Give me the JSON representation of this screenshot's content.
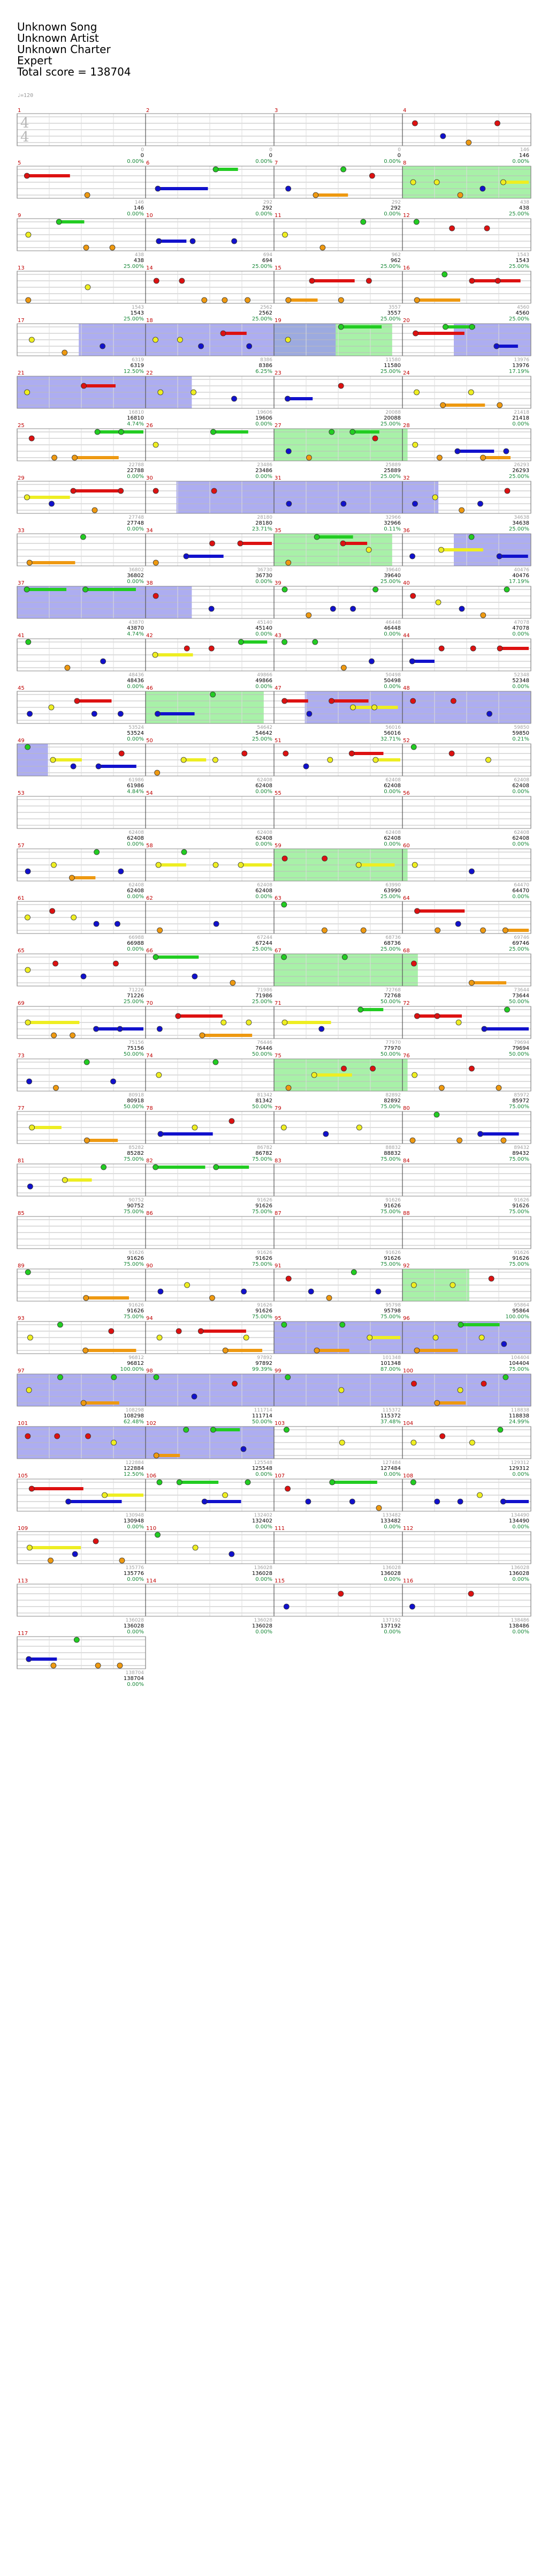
{
  "header": {
    "song": "Unknown Song",
    "artist": "Unknown Artist",
    "charter": "Unknown Charter",
    "difficulty": "Expert",
    "total_score": "Total score = 138704"
  },
  "bpm_label": "♩=120",
  "time_signature": {
    "top": "4",
    "bottom": "4"
  },
  "colors": {
    "green": "#22cc22",
    "red": "#dd1111",
    "yellow": "#eeee22",
    "blue": "#1111cc",
    "orange": "#ee9911",
    "star_power": "#99ee99",
    "overlap": "#9999ee",
    "measure_number": "#c00000",
    "percent": "#1a8a3a"
  },
  "rows": [
    {
      "measures": [
        1,
        2,
        3,
        4
      ],
      "sp": [],
      "ov": [],
      "stats": [
        [
          "0",
          "0",
          "0.00%"
        ],
        [
          "0",
          "0",
          "0.00%"
        ],
        [
          "0",
          "0",
          "0.00%"
        ],
        [
          "146",
          "146",
          "0.00%"
        ]
      ]
    },
    {
      "measures": [
        5,
        6,
        7,
        8
      ],
      "sp": [
        [
          0.75,
          1.0
        ]
      ],
      "ov": [],
      "stats": [
        [
          "146",
          "146",
          "0.00%"
        ],
        [
          "292",
          "292",
          "0.00%"
        ],
        [
          "292",
          "292",
          "0.00%"
        ],
        [
          "438",
          "438",
          "25.00%"
        ]
      ]
    },
    {
      "measures": [
        9,
        10,
        11,
        12
      ],
      "sp": [],
      "ov": [],
      "stats": [
        [
          "438",
          "438",
          "25.00%"
        ],
        [
          "694",
          "694",
          "25.00%"
        ],
        [
          "962",
          "962",
          "25.00%"
        ],
        [
          "1543",
          "1543",
          "25.00%"
        ]
      ]
    },
    {
      "measures": [
        13,
        14,
        15,
        16
      ],
      "sp": [],
      "ov": [],
      "stats": [
        [
          "1543",
          "1543",
          "25.00%"
        ],
        [
          "2562",
          "2562",
          "25.00%"
        ],
        [
          "3557",
          "3557",
          "25.00%"
        ],
        [
          "4560",
          "4560",
          "25.00%"
        ]
      ]
    },
    {
      "measures": [
        17,
        18,
        19,
        20
      ],
      "sp": [
        [
          0.5,
          0.73
        ]
      ],
      "ov": [
        [
          0.12,
          0.62
        ],
        [
          0.85,
          1.0
        ]
      ],
      "stats": [
        [
          "6319",
          "6319",
          "12.50%"
        ],
        [
          "8386",
          "8386",
          "6.25%"
        ],
        [
          "11580",
          "11580",
          "25.00%"
        ],
        [
          "13976",
          "13976",
          "17.19%"
        ]
      ]
    },
    {
      "measures": [
        21,
        22,
        23,
        24
      ],
      "sp": [],
      "ov": [
        [
          0.0,
          0.34
        ]
      ],
      "stats": [
        [
          "16810",
          "16810",
          "4.74%"
        ],
        [
          "19606",
          "19606",
          "0.00%"
        ],
        [
          "20088",
          "20088",
          "25.00%"
        ],
        [
          "21418",
          "21418",
          "0.00%"
        ]
      ]
    },
    {
      "measures": [
        25,
        26,
        27,
        28
      ],
      "sp": [
        [
          0.5,
          0.76
        ]
      ],
      "ov": [],
      "stats": [
        [
          "22788",
          "22788",
          "0.00%"
        ],
        [
          "23486",
          "23486",
          "0.00%"
        ],
        [
          "25889",
          "25889",
          "25.00%"
        ],
        [
          "26293",
          "26293",
          "25.00%"
        ]
      ]
    },
    {
      "measures": [
        29,
        30,
        31,
        32
      ],
      "sp": [],
      "ov": [
        [
          0.31,
          0.82
        ]
      ],
      "stats": [
        [
          "27748",
          "27748",
          "0.00%"
        ],
        [
          "28180",
          "28180",
          "23.71%"
        ],
        [
          "32966",
          "32966",
          "0.11%"
        ],
        [
          "34638",
          "34638",
          "25.00%"
        ]
      ]
    },
    {
      "measures": [
        33,
        34,
        35,
        36
      ],
      "sp": [
        [
          0.5,
          0.73
        ]
      ],
      "ov": [
        [
          0.85,
          1.0
        ]
      ],
      "stats": [
        [
          "36802",
          "36802",
          "0.00%"
        ],
        [
          "36730",
          "36730",
          "0.00%"
        ],
        [
          "39640",
          "39640",
          "25.00%"
        ],
        [
          "40476",
          "40476",
          "17.19%"
        ]
      ]
    },
    {
      "measures": [
        37,
        38,
        39,
        40
      ],
      "sp": [],
      "ov": [
        [
          0.0,
          0.34
        ]
      ],
      "stats": [
        [
          "43870",
          "43870",
          "4.74%"
        ],
        [
          "45140",
          "45140",
          "0.00%"
        ],
        [
          "46448",
          "46448",
          "0.00%"
        ],
        [
          "47078",
          "47078",
          "0.00%"
        ]
      ]
    },
    {
      "measures": [
        41,
        42,
        43,
        44
      ],
      "sp": [],
      "ov": [],
      "stats": [
        [
          "48436",
          "48436",
          "0.00%"
        ],
        [
          "49866",
          "49866",
          "0.00%"
        ],
        [
          "50498",
          "50498",
          "0.00%"
        ],
        [
          "52348",
          "52348",
          "0.00%"
        ]
      ]
    },
    {
      "measures": [
        45,
        46,
        47,
        48
      ],
      "sp": [
        [
          0.25,
          0.48
        ]
      ],
      "ov": [
        [
          0.56,
          1.0
        ]
      ],
      "stats": [
        [
          "53524",
          "53524",
          "0.00%"
        ],
        [
          "54642",
          "54642",
          "25.00%"
        ],
        [
          "56016",
          "56016",
          "32.71%"
        ],
        [
          "59850",
          "59850",
          "0.21%"
        ]
      ]
    },
    {
      "measures": [
        49,
        50,
        51,
        52
      ],
      "sp": [],
      "ov": [
        [
          0.0,
          0.06
        ]
      ],
      "stats": [
        [
          "61986",
          "61986",
          "4.84%"
        ],
        [
          "62408",
          "62408",
          "0.00%"
        ],
        [
          "62408",
          "62408",
          "0.00%"
        ],
        [
          "62408",
          "62408",
          "0.00%"
        ]
      ]
    },
    {
      "measures": [
        53,
        54,
        55,
        56
      ],
      "sp": [],
      "ov": [],
      "stats": [
        [
          "62408",
          "62408",
          "0.00%"
        ],
        [
          "62408",
          "62408",
          "0.00%"
        ],
        [
          "62408",
          "62408",
          "0.00%"
        ],
        [
          "62408",
          "62408",
          "0.00%"
        ]
      ]
    },
    {
      "measures": [
        57,
        58,
        59,
        60
      ],
      "sp": [
        [
          0.5,
          0.76
        ]
      ],
      "ov": [],
      "stats": [
        [
          "62408",
          "62408",
          "0.00%"
        ],
        [
          "62408",
          "62408",
          "0.00%"
        ],
        [
          "63990",
          "63990",
          "25.00%"
        ],
        [
          "64470",
          "64470",
          "0.00%"
        ]
      ]
    },
    {
      "measures": [
        61,
        62,
        63,
        64
      ],
      "sp": [],
      "ov": [],
      "stats": [
        [
          "66988",
          "66988",
          "0.00%"
        ],
        [
          "67244",
          "67244",
          "25.00%"
        ],
        [
          "68736",
          "68736",
          "25.00%"
        ],
        [
          "69746",
          "69746",
          "25.00%"
        ]
      ]
    },
    {
      "measures": [
        65,
        66,
        67,
        68
      ],
      "sp": [
        [
          0.5,
          0.78
        ]
      ],
      "ov": [],
      "stats": [
        [
          "71226",
          "71226",
          "25.00%"
        ],
        [
          "71986",
          "71986",
          "25.00%"
        ],
        [
          "72768",
          "72768",
          "50.00%"
        ],
        [
          "73644",
          "73644",
          "50.00%"
        ]
      ]
    },
    {
      "measures": [
        69,
        70,
        71,
        72
      ],
      "sp": [],
      "ov": [],
      "stats": [
        [
          "75156",
          "75156",
          "50.00%"
        ],
        [
          "76446",
          "76446",
          "50.00%"
        ],
        [
          "77970",
          "77970",
          "50.00%"
        ],
        [
          "79694",
          "79694",
          "50.00%"
        ]
      ]
    },
    {
      "measures": [
        73,
        74,
        75,
        76
      ],
      "sp": [
        [
          0.5,
          0.76
        ]
      ],
      "ov": [],
      "stats": [
        [
          "80918",
          "80918",
          "50.00%"
        ],
        [
          "81342",
          "81342",
          "50.00%"
        ],
        [
          "82892",
          "82892",
          "75.00%"
        ],
        [
          "85972",
          "85972",
          "75.00%"
        ]
      ]
    },
    {
      "measures": [
        77,
        78,
        79,
        80
      ],
      "sp": [],
      "ov": [],
      "stats": [
        [
          "85282",
          "85282",
          "75.00%"
        ],
        [
          "86782",
          "86782",
          "75.00%"
        ],
        [
          "88832",
          "88832",
          "75.00%"
        ],
        [
          "89432",
          "89432",
          "75.00%"
        ]
      ]
    },
    {
      "measures": [
        81,
        82,
        83,
        84
      ],
      "sp": [],
      "ov": [],
      "stats": [
        [
          "90752",
          "90752",
          "75.00%"
        ],
        [
          "91626",
          "91626",
          "75.00%"
        ],
        [
          "91626",
          "91626",
          "75.00%"
        ],
        [
          "91626",
          "91626",
          "75.00%"
        ]
      ]
    },
    {
      "measures": [
        85,
        86,
        87,
        88
      ],
      "sp": [],
      "ov": [],
      "stats": [
        [
          "91626",
          "91626",
          "75.00%"
        ],
        [
          "91626",
          "91626",
          "75.00%"
        ],
        [
          "91626",
          "91626",
          "75.00%"
        ],
        [
          "91626",
          "91626",
          "75.00%"
        ]
      ]
    },
    {
      "measures": [
        89,
        90,
        91,
        92
      ],
      "sp": [
        [
          0.75,
          0.88
        ]
      ],
      "ov": [],
      "stats": [
        [
          "91626",
          "91626",
          "75.00%"
        ],
        [
          "91626",
          "91626",
          "75.00%"
        ],
        [
          "95798",
          "95798",
          "75.00%"
        ],
        [
          "95864",
          "95864",
          "100.00%"
        ]
      ]
    },
    {
      "measures": [
        93,
        94,
        95,
        96
      ],
      "sp": [],
      "ov": [
        [
          0.5,
          1.0
        ]
      ],
      "stats": [
        [
          "96812",
          "96812",
          "100.00%"
        ],
        [
          "97892",
          "97892",
          "99.39%"
        ],
        [
          "101348",
          "101348",
          "87.00%"
        ],
        [
          "104404",
          "104404",
          "75.00%"
        ]
      ]
    },
    {
      "measures": [
        97,
        98,
        99,
        100
      ],
      "sp": [],
      "ov": [
        [
          0.0,
          1.0
        ]
      ],
      "stats": [
        [
          "108298",
          "108298",
          "62.48%"
        ],
        [
          "111714",
          "111714",
          "50.00%"
        ],
        [
          "115372",
          "115372",
          "37.48%"
        ],
        [
          "118838",
          "118838",
          "24.99%"
        ]
      ]
    },
    {
      "measures": [
        101,
        102,
        103,
        104
      ],
      "sp": [],
      "ov": [
        [
          0.0,
          0.5
        ]
      ],
      "stats": [
        [
          "122884",
          "122884",
          "12.50%"
        ],
        [
          "125548",
          "125548",
          "0.00%"
        ],
        [
          "127484",
          "127484",
          "0.00%"
        ],
        [
          "129312",
          "129312",
          "0.00%"
        ]
      ]
    },
    {
      "measures": [
        105,
        106,
        107,
        108
      ],
      "sp": [],
      "ov": [],
      "stats": [
        [
          "130948",
          "130948",
          "0.00%"
        ],
        [
          "132402",
          "132402",
          "0.00%"
        ],
        [
          "133482",
          "133482",
          "0.00%"
        ],
        [
          "134490",
          "134490",
          "0.00%"
        ]
      ]
    },
    {
      "measures": [
        109,
        110,
        111,
        112
      ],
      "sp": [],
      "ov": [],
      "stats": [
        [
          "135776",
          "135776",
          "0.00%"
        ],
        [
          "136028",
          "136028",
          "0.00%"
        ],
        [
          "136028",
          "136028",
          "0.00%"
        ],
        [
          "136028",
          "136028",
          "0.00%"
        ]
      ]
    },
    {
      "measures": [
        113,
        114,
        115,
        116
      ],
      "sp": [],
      "ov": [],
      "stats": [
        [
          "136028",
          "136028",
          "0.00%"
        ],
        [
          "136028",
          "136028",
          "0.00%"
        ],
        [
          "137192",
          "137192",
          "0.00%"
        ],
        [
          "138486",
          "138486",
          "0.00%"
        ]
      ]
    },
    {
      "measures": [
        117
      ],
      "sp": [],
      "ov": [],
      "stats": [
        [
          "138704",
          "138704",
          "0.00%"
        ]
      ]
    }
  ]
}
